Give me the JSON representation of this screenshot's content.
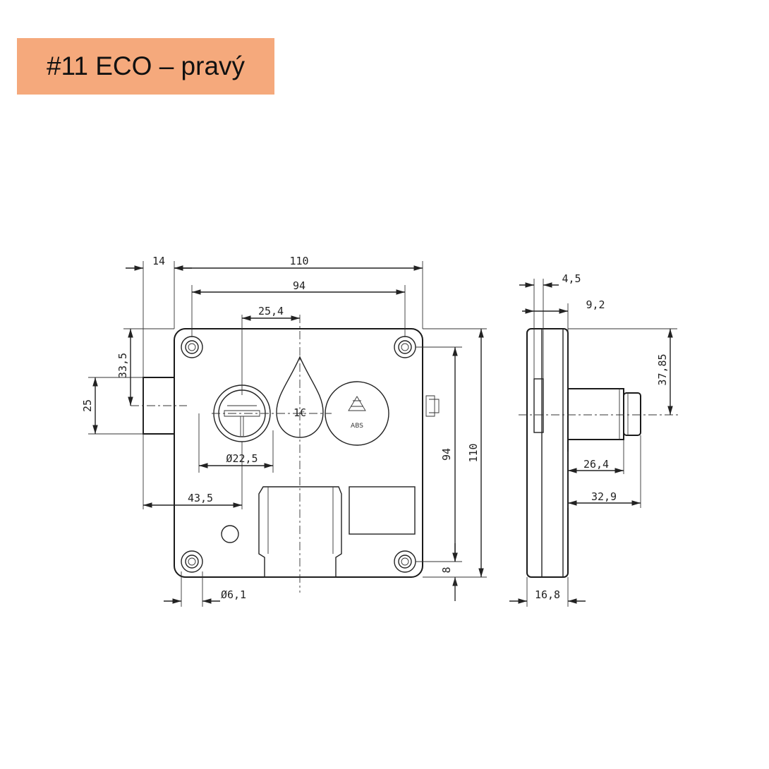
{
  "title": "#11 ECO – pravý",
  "front_view": {
    "dim_14": "14",
    "dim_110_top": "110",
    "dim_94_top": "94",
    "dim_25_4": "25,4",
    "dim_33_5": "33,5",
    "dim_25": "25",
    "dim_d22_5": "Ø22,5",
    "dim_43_5": "43,5",
    "dim_d6_1": "Ø6,1",
    "dim_94_right": "94",
    "dim_110_right": "110",
    "dim_8": "8",
    "coin_label": "1€",
    "recycle_label": "ABS"
  },
  "side_view": {
    "dim_4_5": "4,5",
    "dim_9_2": "9,2",
    "dim_37_85": "37,85",
    "dim_26_4": "26,4",
    "dim_32_9": "32,9",
    "dim_16_8": "16,8"
  }
}
